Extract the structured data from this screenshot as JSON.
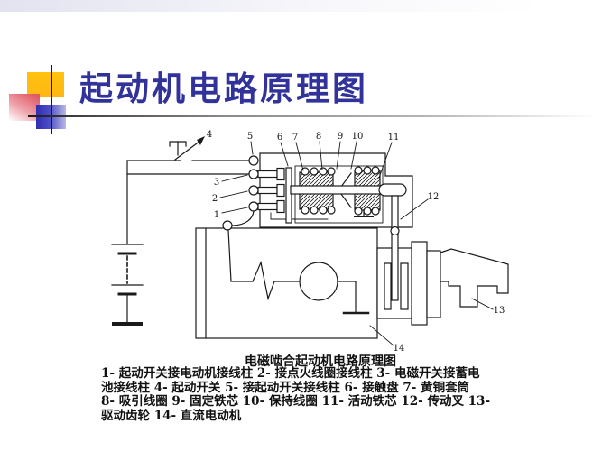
{
  "slide": {
    "title": "起动机电路原理图"
  },
  "figure": {
    "caption": "电磁啮合起动机电路原理图",
    "legend_lines": [
      "1- 起动开关接电动机接线柱 2- 接点火线圈接线柱 3- 电磁开关接蓄电",
      "池接线柱 4- 起动开关 5- 接起动开关接线柱 6- 接触盘 7- 黄铜套筒",
      "8- 吸引线圈 9- 固定铁芯 10- 保持线圈 11- 活动铁芯 12- 传动叉 13-",
      "驱动齿轮 14- 直流电动机"
    ],
    "part_labels": {
      "n1": "1",
      "n2": "2",
      "n3": "3",
      "n4": "4",
      "n5": "5",
      "n6": "6",
      "n7": "7",
      "n8": "8",
      "n9": "9",
      "n10": "10",
      "n11": "11",
      "n12": "12",
      "n13": "13",
      "n14": "14"
    }
  },
  "colors": {
    "title_text": "#32329b",
    "deco_yellow": "#ffc20e",
    "deco_blue": "#2e2eb0",
    "deco_pink": "#e05a66",
    "diagram_line": "#1a1a1a"
  }
}
